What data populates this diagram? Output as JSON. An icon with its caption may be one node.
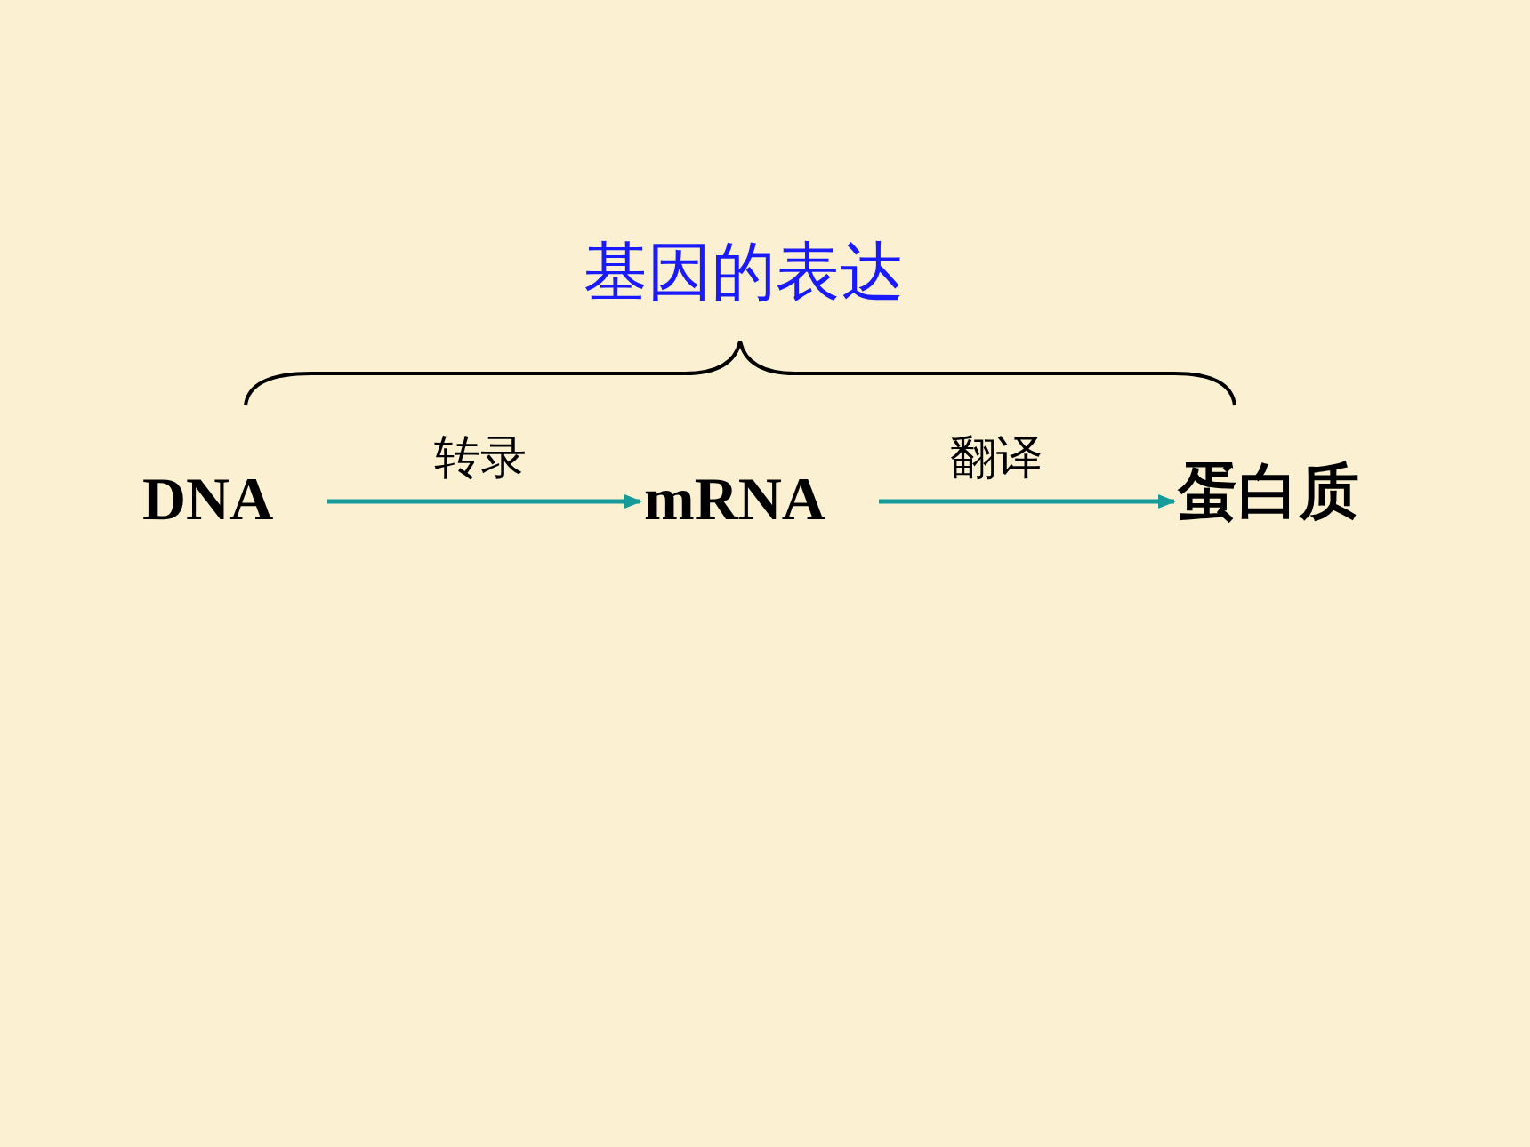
{
  "diagram": {
    "title": "基因的表达",
    "nodes": [
      {
        "text": [
          "DNA"
        ]
      },
      {
        "text": [
          "mRNA"
        ]
      },
      {
        "text": [
          "蛋白质"
        ]
      }
    ],
    "edges": [
      {
        "from": 0,
        "to": 1,
        "arrow": "to",
        "label": "转录"
      },
      {
        "from": 1,
        "to": 2,
        "arrow": "to",
        "label": "翻译"
      }
    ]
  }
}
